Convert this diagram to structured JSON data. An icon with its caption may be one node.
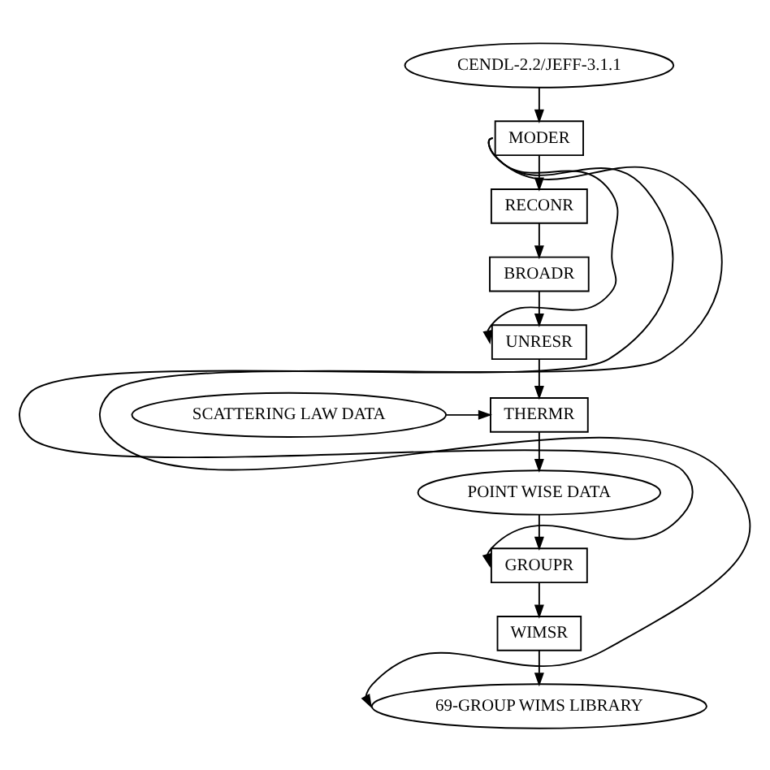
{
  "diagram": {
    "nodes": [
      {
        "text": [
          "CENDL-2.2/JEFF-3.1.1"
        ]
      },
      {
        "text": [
          "MODER"
        ]
      },
      {
        "text": [
          "RECONR"
        ]
      },
      {
        "text": [
          "BROADR"
        ]
      },
      {
        "text": [
          "UNRESR"
        ]
      },
      {
        "text": [
          "SCATTERING LAW DATA"
        ]
      },
      {
        "text": [
          "THERMR"
        ]
      },
      {
        "text": [
          "POINT WISE DATA"
        ]
      },
      {
        "text": [
          "GROUPR"
        ]
      },
      {
        "text": [
          "WIMSR"
        ]
      },
      {
        "text": [
          "69-GROUP WIMS LIBRARY"
        ]
      }
    ],
    "edges": [
      {
        "from": 0,
        "to": 1,
        "arrow": "to"
      },
      {
        "from": 1,
        "to": 2,
        "arrow": "to"
      },
      {
        "from": 2,
        "to": 3,
        "arrow": "to"
      },
      {
        "from": 3,
        "to": 4,
        "arrow": "to"
      },
      {
        "from": 4,
        "to": 6,
        "arrow": "to"
      },
      {
        "from": 5,
        "to": 6,
        "arrow": "to"
      },
      {
        "from": 6,
        "to": 7,
        "arrow": "to"
      },
      {
        "from": 7,
        "to": 8,
        "arrow": "to"
      },
      {
        "from": 8,
        "to": 9,
        "arrow": "to"
      },
      {
        "from": 9,
        "to": 10,
        "arrow": "to"
      },
      {
        "from": 1,
        "to": 4,
        "arrow": "to"
      },
      {
        "from": 1,
        "to": 8,
        "arrow": "to"
      },
      {
        "from": 1,
        "to": 10,
        "arrow": "to"
      }
    ]
  }
}
